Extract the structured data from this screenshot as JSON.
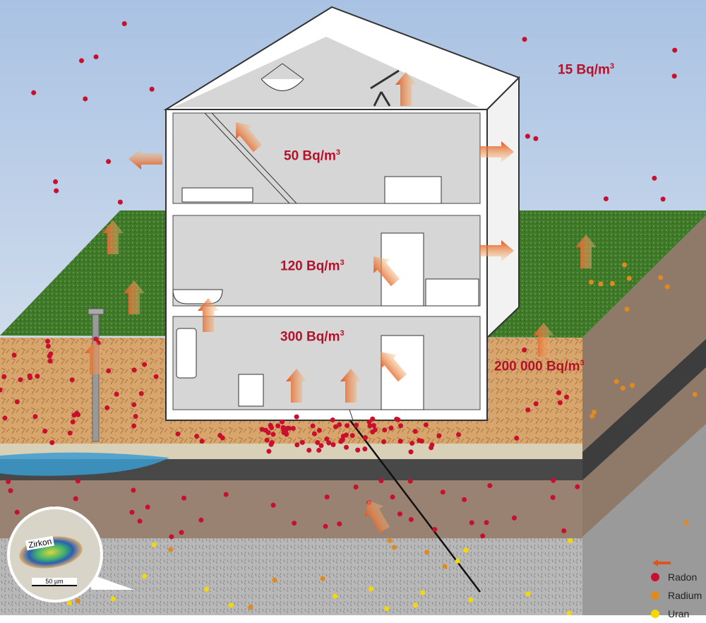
{
  "labels": {
    "outdoor": {
      "value": "15 Bq/m",
      "sup": "3"
    },
    "attic_floor": {
      "value": "50 Bq/m",
      "sup": "3"
    },
    "ground_floor": {
      "value": "120 Bq/m",
      "sup": "3"
    },
    "basement": {
      "value": "300 Bq/m",
      "sup": "3"
    },
    "soil": {
      "value": "200 000 Bq/m",
      "sup": "3"
    }
  },
  "inset": {
    "mineral": "Zirkon",
    "scale": "50 µm"
  },
  "legend": {
    "arrow_icon": "flow-arrow-icon",
    "items": [
      {
        "label": "Radon",
        "color": "#c8102e"
      },
      {
        "label": "Radium",
        "color": "#e08a1e"
      },
      {
        "label": "Uran",
        "color": "#f5d800"
      }
    ]
  },
  "colors": {
    "sky": "#b9cde6",
    "grass": "#3f7a2a",
    "soil": "#d8a56c",
    "rock": "#b4b4b4",
    "room": "#d6d6d6",
    "arrow": "#e8641e"
  }
}
